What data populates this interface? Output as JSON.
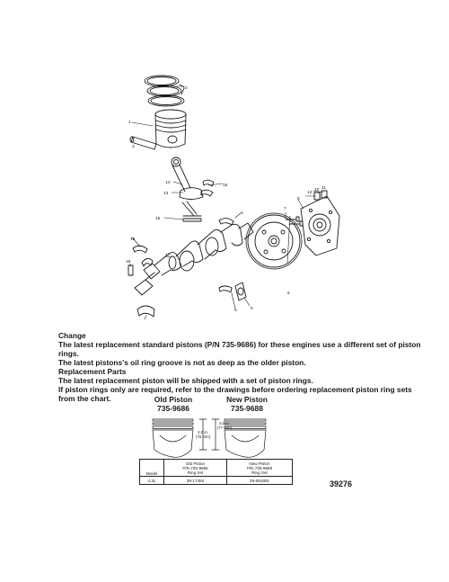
{
  "callouts": [
    "2",
    "1",
    "3",
    "14",
    "13",
    "12",
    "15",
    "16",
    "4",
    "5",
    "6",
    "7",
    "8",
    "9",
    "10",
    "11",
    "17",
    "18",
    "19"
  ],
  "notes": {
    "heading_change": "Change",
    "change_line1": "The latest replacement standard pistons (P/N 735-9686) for these engines use a different set of piston rings.",
    "change_line2": "The latest pistons's oil ring groove is not as deep as the older piston.",
    "heading_parts": "Replacement Parts",
    "parts_line1": "The latest replacement piston will be shipped with a set of piston rings.",
    "parts_line2": "If piston rings only are required, refer to the drawings before ordering replacement piston ring sets from the chart."
  },
  "comparison": {
    "old_title": "Old Piston",
    "old_pn": "735-9686",
    "new_title": "New Piston",
    "new_pn": "735-9688",
    "dim_old": "3.0 in.\n(76 mm)",
    "dim_new": "3.0 in.\n(77 mm)"
  },
  "ring_table": {
    "header": [
      "Model",
      "Old Piston\nP/N 735-9686\nRing Set",
      "New Piston\nP/N 735-9688\nRing Set"
    ],
    "rows": [
      [
        "4.3L",
        "39-17484",
        "39-691891"
      ]
    ]
  },
  "figure_number": "39276"
}
